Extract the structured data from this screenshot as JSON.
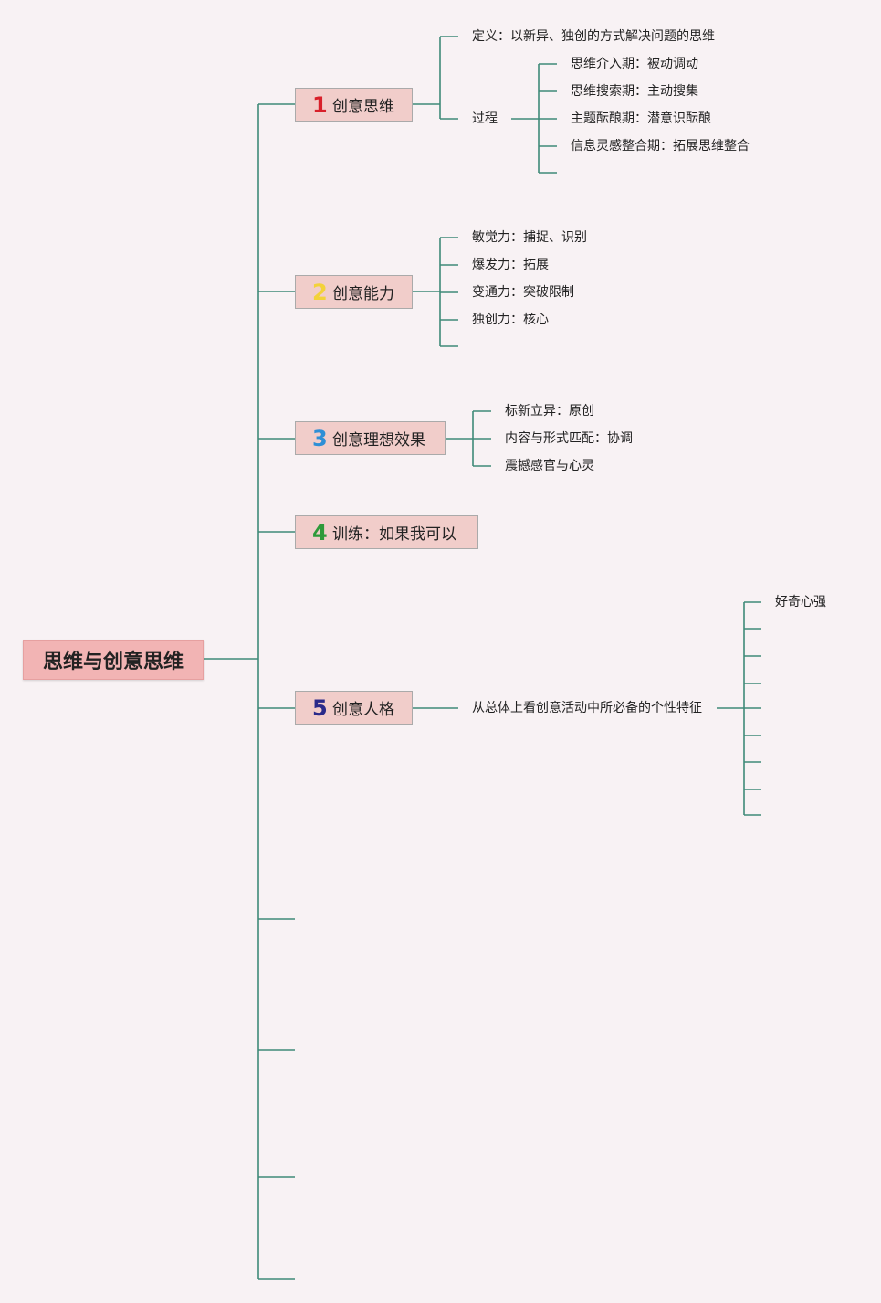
{
  "root": {
    "label": "思维与创意思维"
  },
  "topics": [
    {
      "number": "1",
      "number_color": "#d8202a",
      "label": "创意思维",
      "children": [
        {
          "label": "定义：以新异、独创的方式解决问题的思维"
        },
        {
          "label": "过程",
          "children": [
            {
              "label": "思维介入期：被动调动"
            },
            {
              "label": "思维搜索期：主动搜集"
            },
            {
              "label": "主题酝酿期：潜意识酝酿"
            },
            {
              "label": "信息灵感整合期：拓展思维整合"
            }
          ]
        }
      ]
    },
    {
      "number": "2",
      "number_color": "#f3d23a",
      "label": "创意能力",
      "children": [
        {
          "label": "敏觉力：捕捉、识别"
        },
        {
          "label": "爆发力：拓展"
        },
        {
          "label": "变通力：突破限制"
        },
        {
          "label": "独创力：核心"
        }
      ]
    },
    {
      "number": "3",
      "number_color": "#2e8fd6",
      "label": "创意理想效果",
      "children": [
        {
          "label": "标新立异：原创"
        },
        {
          "label": "内容与形式匹配：协调"
        },
        {
          "label": "震撼感官与心灵"
        }
      ]
    },
    {
      "number": "4",
      "number_color": "#2e9a3a",
      "label": "训练：如果我可以",
      "children": []
    },
    {
      "number": "5",
      "number_color": "#2a2a8a",
      "label": "创意人格",
      "children": [
        {
          "label": "从总体上看创意活动中所必备的个性特征",
          "children": [
            {
              "label": "好奇心强"
            }
          ]
        }
      ]
    }
  ],
  "colors": {
    "connector": "#3f8a78",
    "topic_fill": "#f1cdca",
    "root_fill": "#f2b4b4"
  }
}
